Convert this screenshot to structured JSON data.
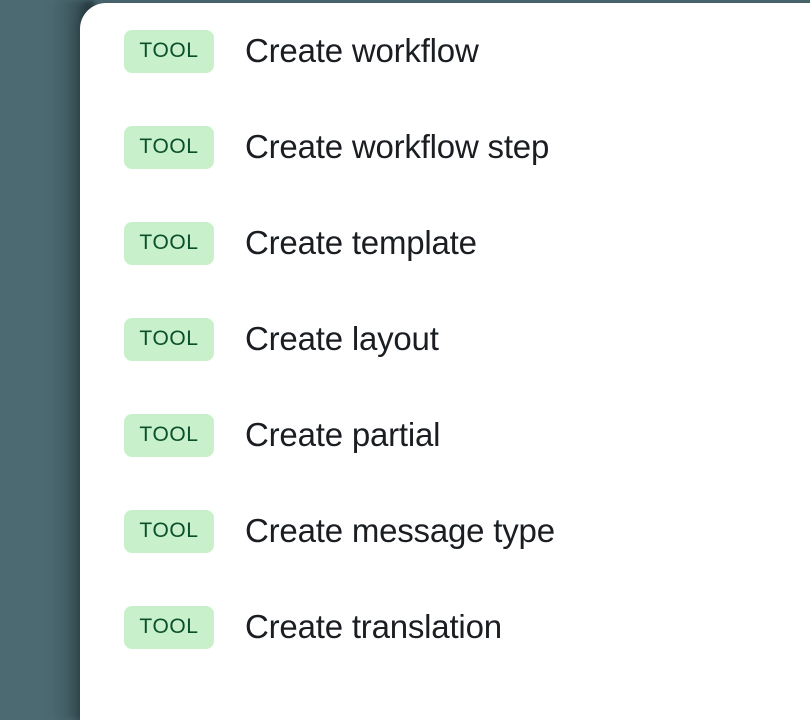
{
  "theme": {
    "backdrop_color": "#4c6a72",
    "panel_color": "#ffffff",
    "badge_background": "#c8f0ca",
    "badge_text_color": "#0b4f2c",
    "label_text_color": "#1a1d21"
  },
  "panel": {
    "rows": [
      {
        "badge": "TOOL",
        "label": "Create workflow"
      },
      {
        "badge": "TOOL",
        "label": "Create workflow step"
      },
      {
        "badge": "TOOL",
        "label": "Create template"
      },
      {
        "badge": "TOOL",
        "label": "Create layout"
      },
      {
        "badge": "TOOL",
        "label": "Create partial"
      },
      {
        "badge": "TOOL",
        "label": "Create message type"
      },
      {
        "badge": "TOOL",
        "label": "Create translation"
      }
    ]
  }
}
